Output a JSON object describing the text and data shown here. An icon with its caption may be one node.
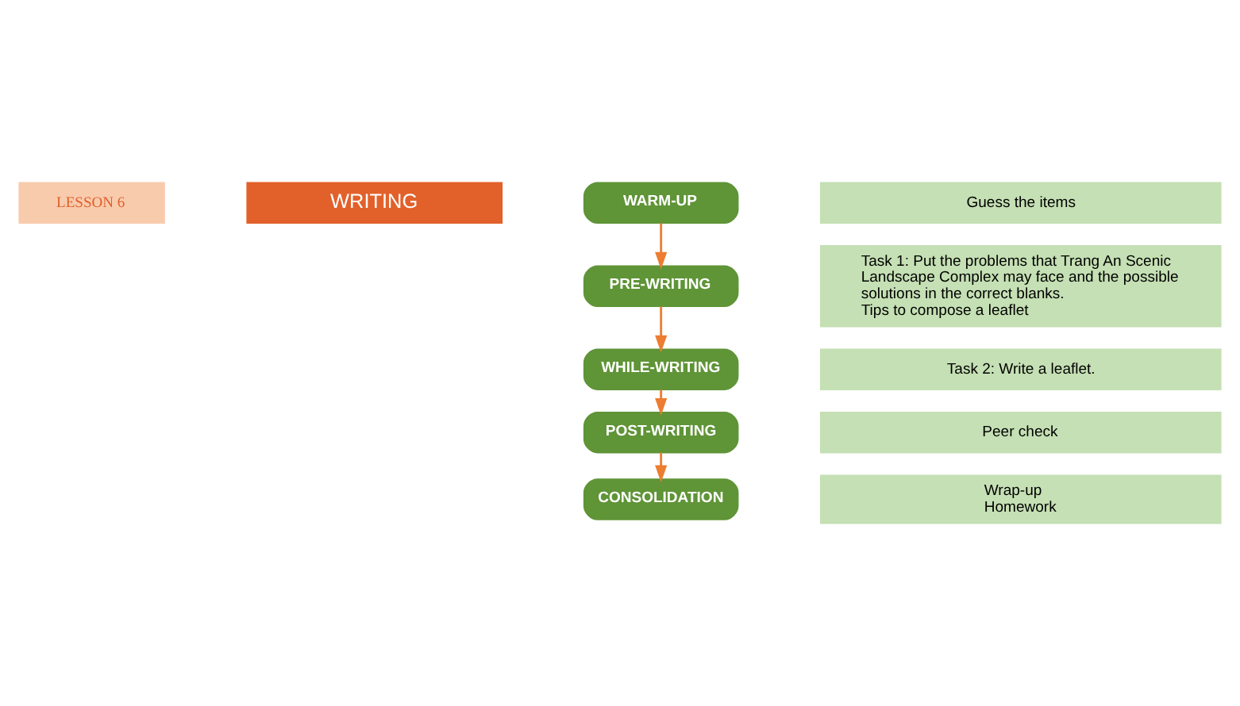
{
  "diagram": {
    "nodes": [
      {
        "text": [
          "LESSON 6"
        ]
      },
      {
        "text": [
          "WRITING"
        ]
      },
      {
        "text": [
          "WARM-UP"
        ]
      },
      {
        "text": [
          "PRE-WRITING"
        ]
      },
      {
        "text": [
          "WHILE-WRITING"
        ]
      },
      {
        "text": [
          "POST-WRITING"
        ]
      },
      {
        "text": [
          "CONSOLIDATION"
        ]
      },
      {
        "text": [
          "Guess the items"
        ]
      },
      {
        "text": [
          "Task 1: Put the problems that Trang An Scenic Landscape Complex may face and the possible solutions in the correct blanks.",
          "Tips to compose a leaflet"
        ]
      },
      {
        "text": [
          "Task 2: Write a leaflet."
        ]
      },
      {
        "text": [
          "Peer check"
        ]
      },
      {
        "text": [
          "Wrap-up",
          "Homework"
        ]
      }
    ],
    "edges": [
      {
        "from": 2,
        "to": 3,
        "arrow": "to"
      },
      {
        "from": 3,
        "to": 4,
        "arrow": "to"
      },
      {
        "from": 4,
        "to": 5,
        "arrow": "to"
      },
      {
        "from": 5,
        "to": 6,
        "arrow": "to"
      }
    ]
  }
}
